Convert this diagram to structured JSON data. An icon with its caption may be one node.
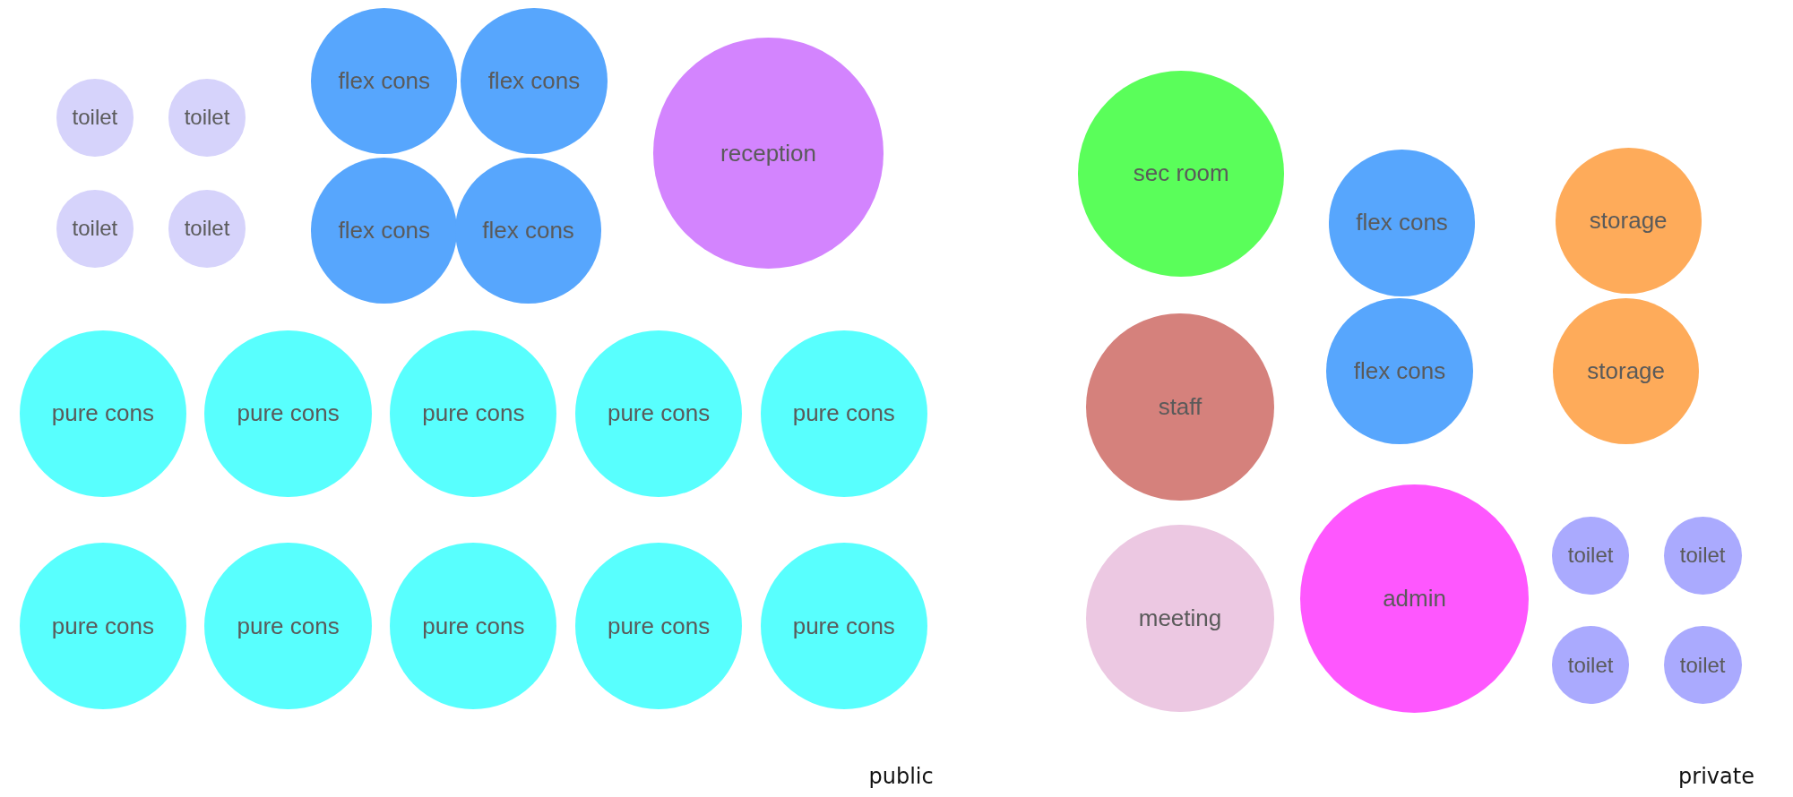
{
  "diagram": {
    "nodes": [
      {
        "text": [
          "toilet"
        ]
      },
      {
        "text": [
          "toilet"
        ]
      },
      {
        "text": [
          "toilet"
        ]
      },
      {
        "text": [
          "toilet"
        ]
      },
      {
        "text": [
          "flex cons"
        ]
      },
      {
        "text": [
          "flex cons"
        ]
      },
      {
        "text": [
          "flex cons"
        ]
      },
      {
        "text": [
          "flex cons"
        ]
      },
      {
        "text": [
          "reception"
        ]
      },
      {
        "text": [
          "pure cons"
        ]
      },
      {
        "text": [
          "pure cons"
        ]
      },
      {
        "text": [
          "pure cons"
        ]
      },
      {
        "text": [
          "pure cons"
        ]
      },
      {
        "text": [
          "pure cons"
        ]
      },
      {
        "text": [
          "pure cons"
        ]
      },
      {
        "text": [
          "pure cons"
        ]
      },
      {
        "text": [
          "pure cons"
        ]
      },
      {
        "text": [
          "pure cons"
        ]
      },
      {
        "text": [
          "pure cons"
        ]
      },
      {
        "text": [
          "sec room"
        ]
      },
      {
        "text": [
          "flex cons"
        ]
      },
      {
        "text": [
          "storage"
        ]
      },
      {
        "text": [
          "flex cons"
        ]
      },
      {
        "text": [
          "storage"
        ]
      },
      {
        "text": [
          "staff"
        ]
      },
      {
        "text": [
          "meeting"
        ]
      },
      {
        "text": [
          "admin"
        ]
      },
      {
        "text": [
          "toilet"
        ]
      },
      {
        "text": [
          "toilet"
        ]
      },
      {
        "text": [
          "toilet"
        ]
      },
      {
        "text": [
          "toilet"
        ]
      }
    ],
    "labels": [
      "public",
      "private"
    ]
  }
}
